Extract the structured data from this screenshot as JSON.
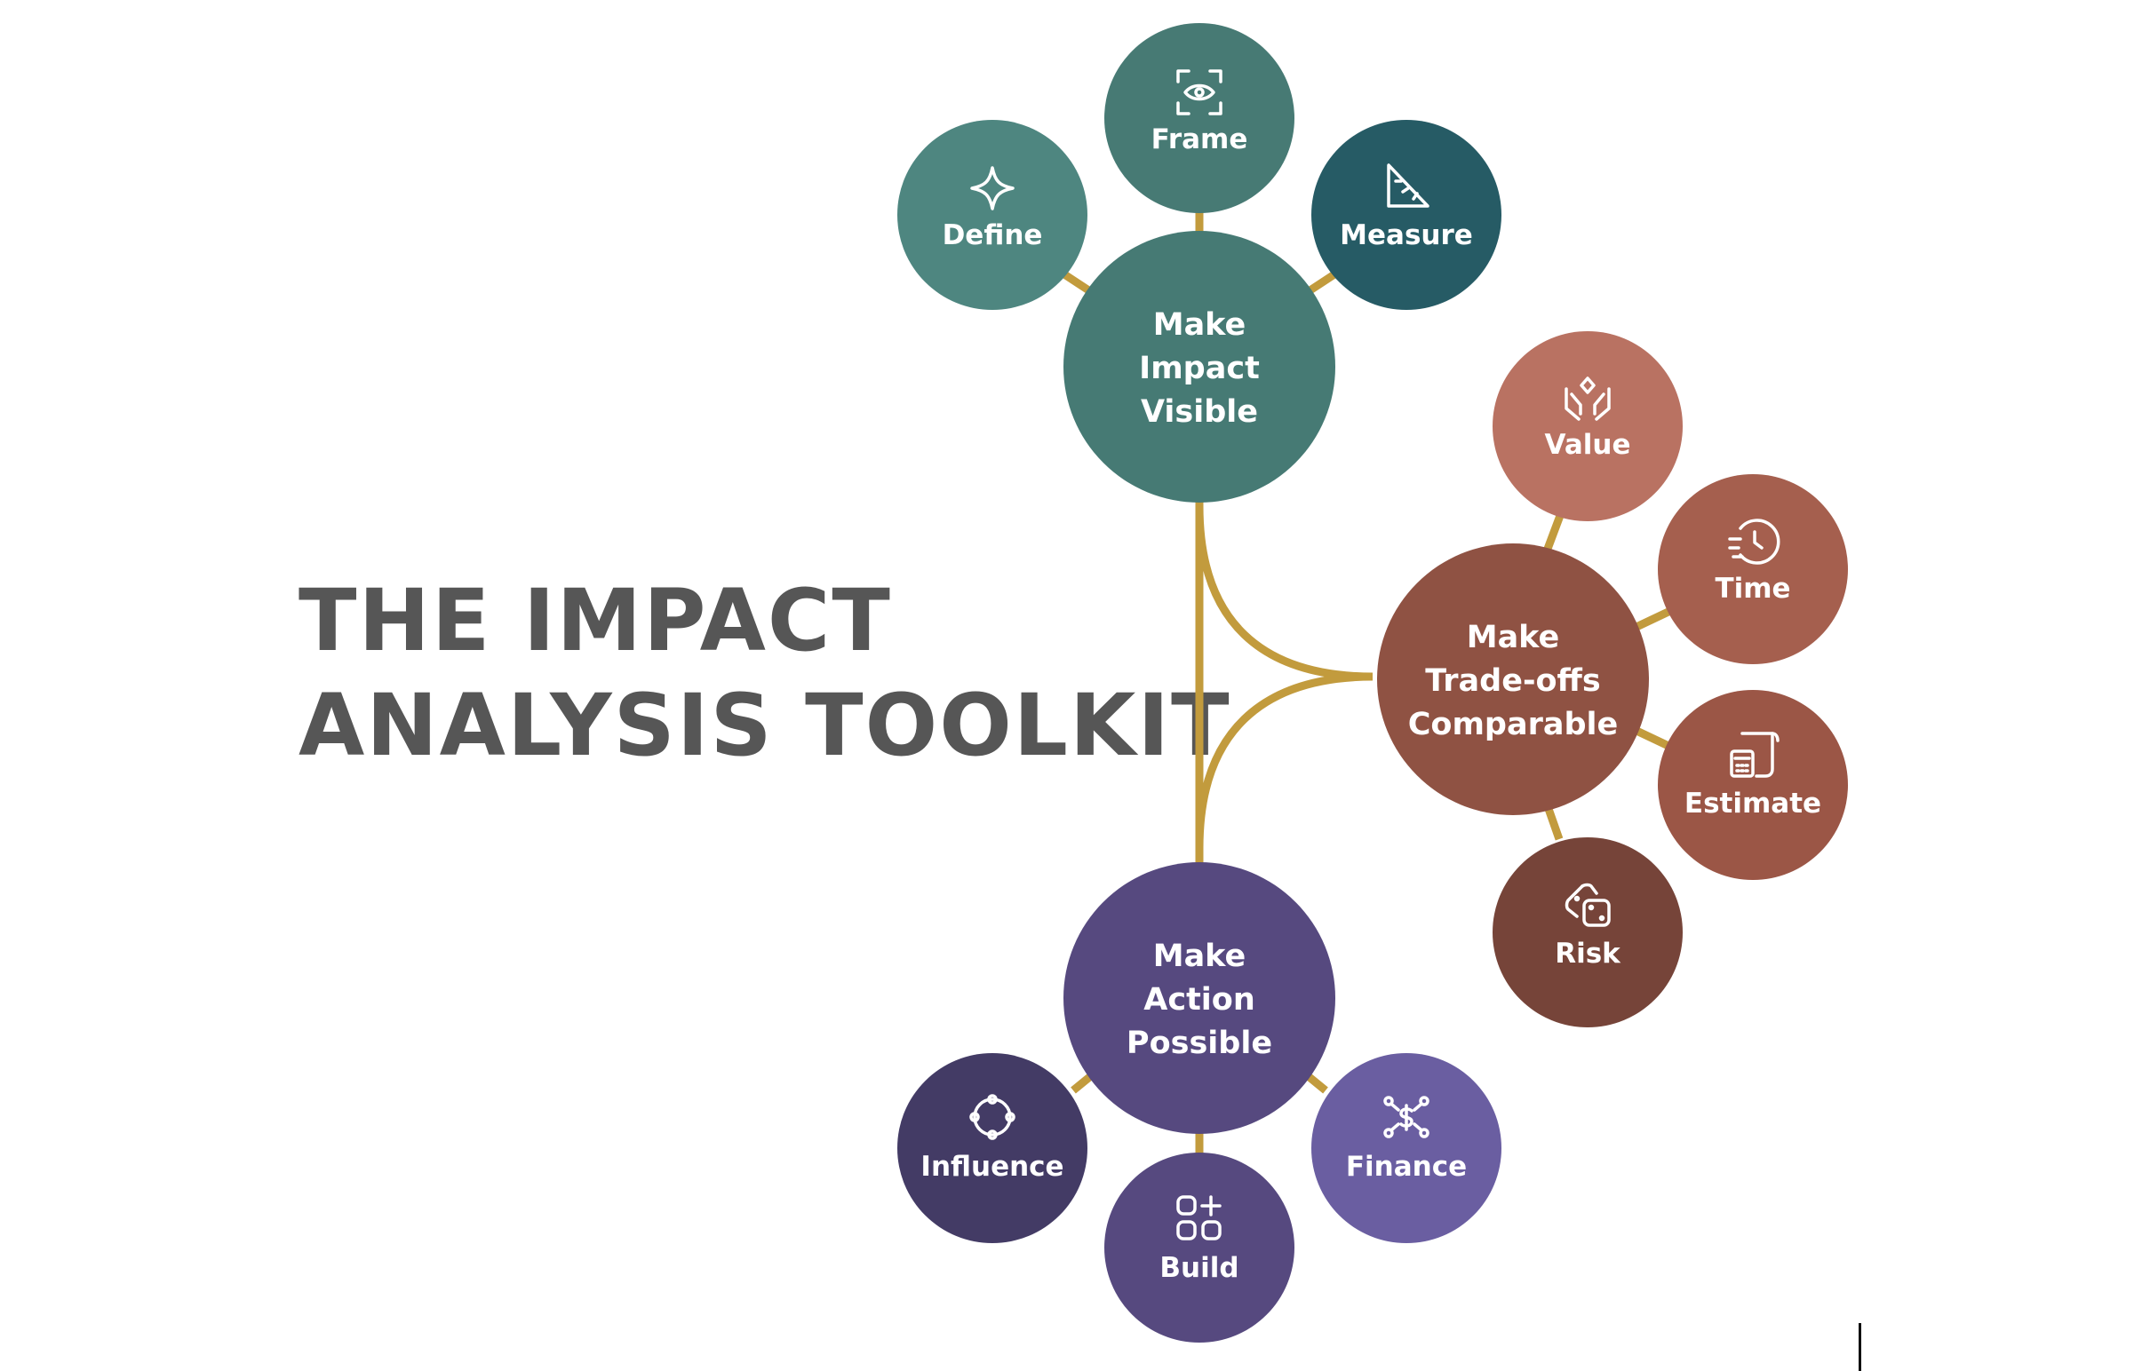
{
  "title": {
    "line1": "THE IMPACT",
    "line2": "ANALYSIS TOOLKIT"
  },
  "colors": {
    "title": "#565656",
    "connector": "#c29b3d",
    "visible_group": "#467a74",
    "tradeoff_group": "#8f5243",
    "action_group": "#56497f"
  },
  "hubs": {
    "visible": {
      "lines": [
        "Make",
        "Impact",
        "Visible"
      ],
      "color": "#467a74"
    },
    "tradeoff": {
      "lines": [
        "Make",
        "Trade-offs",
        "Comparable"
      ],
      "color": "#8f5243"
    },
    "action": {
      "lines": [
        "Make",
        "Action",
        "Possible"
      ],
      "color": "#56497f"
    }
  },
  "leaves": {
    "define": {
      "label": "Define",
      "icon": "sparkle-icon",
      "color": "#4e8680"
    },
    "frame": {
      "label": "Frame",
      "icon": "eye-focus-icon",
      "color": "#477a74"
    },
    "measure": {
      "label": "Measure",
      "icon": "ruler-triangle-icon",
      "color": "#265b65"
    },
    "value": {
      "label": "Value",
      "icon": "hands-diamond-icon",
      "color": "#b97262"
    },
    "time": {
      "label": "Time",
      "icon": "clock-icon",
      "color": "#a55f4e"
    },
    "estimate": {
      "label": "Estimate",
      "icon": "calculator-icon",
      "color": "#9b5646"
    },
    "risk": {
      "label": "Risk",
      "icon": "dice-icon",
      "color": "#764439"
    },
    "influence": {
      "label": "Influence",
      "icon": "circle-nodes-icon",
      "color": "#433b65"
    },
    "build": {
      "label": "Build",
      "icon": "blocks-plus-icon",
      "color": "#56497f"
    },
    "finance": {
      "label": "Finance",
      "icon": "dollar-network-icon",
      "color": "#6a5ea1"
    }
  }
}
